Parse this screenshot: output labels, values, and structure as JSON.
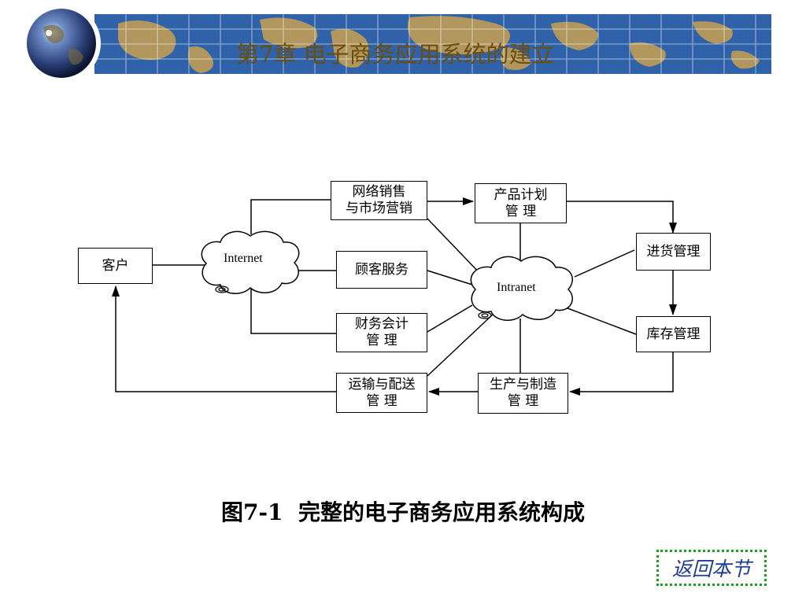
{
  "header": {
    "title": "第7章    电子商务应用系统的建立"
  },
  "diagram": {
    "nodes": {
      "customer": "客户",
      "online_sales": "网络销售\n与市场营销",
      "product_plan": "产品计划\n管    理",
      "purchasing": "进货管理",
      "inventory": "库存管理",
      "production": "生产与制造\n管    理",
      "shipping": "运输与配送\n管    理",
      "customer_service": "顾客服务",
      "finance": "财务会计\n管    理"
    },
    "clouds": {
      "internet": "Internet",
      "intranet": "Intranet"
    }
  },
  "caption": "图7-1  完整的电子商务应用系统构成",
  "return_button": "返回本节",
  "colors": {
    "banner_blue": "#2f62a8",
    "land": "#b99a5a",
    "title": "#6b4e0e",
    "button_border": "#1aa01a",
    "button_text": "#1b3d95"
  }
}
